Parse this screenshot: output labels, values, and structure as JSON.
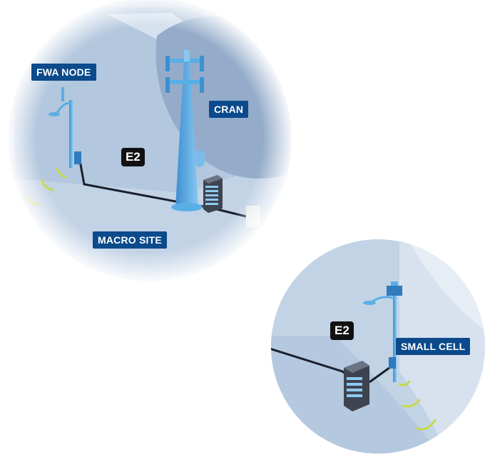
{
  "labels": {
    "fwa_node": "FWA NODE",
    "cran": "CRAN",
    "macro_site": "MACRO SITE",
    "small_cell": "SMALL CELL",
    "e2_macro": "E2",
    "e2_small": "E2"
  },
  "colors": {
    "label_bg": "#0b4a8b",
    "badge_bg": "#111111",
    "circle_fill": "#b8cbe1",
    "shadow_fill": "#91a9c6",
    "equipment": "#5aaee6",
    "cable": "#1a1f2e",
    "signal": "#c7d84a",
    "rack": "#3d4450"
  },
  "icons": {
    "tower": "cell-tower-icon",
    "light_pole": "street-light-pole-icon",
    "rack": "server-rack-icon",
    "signal": "signal-arc-icon"
  }
}
